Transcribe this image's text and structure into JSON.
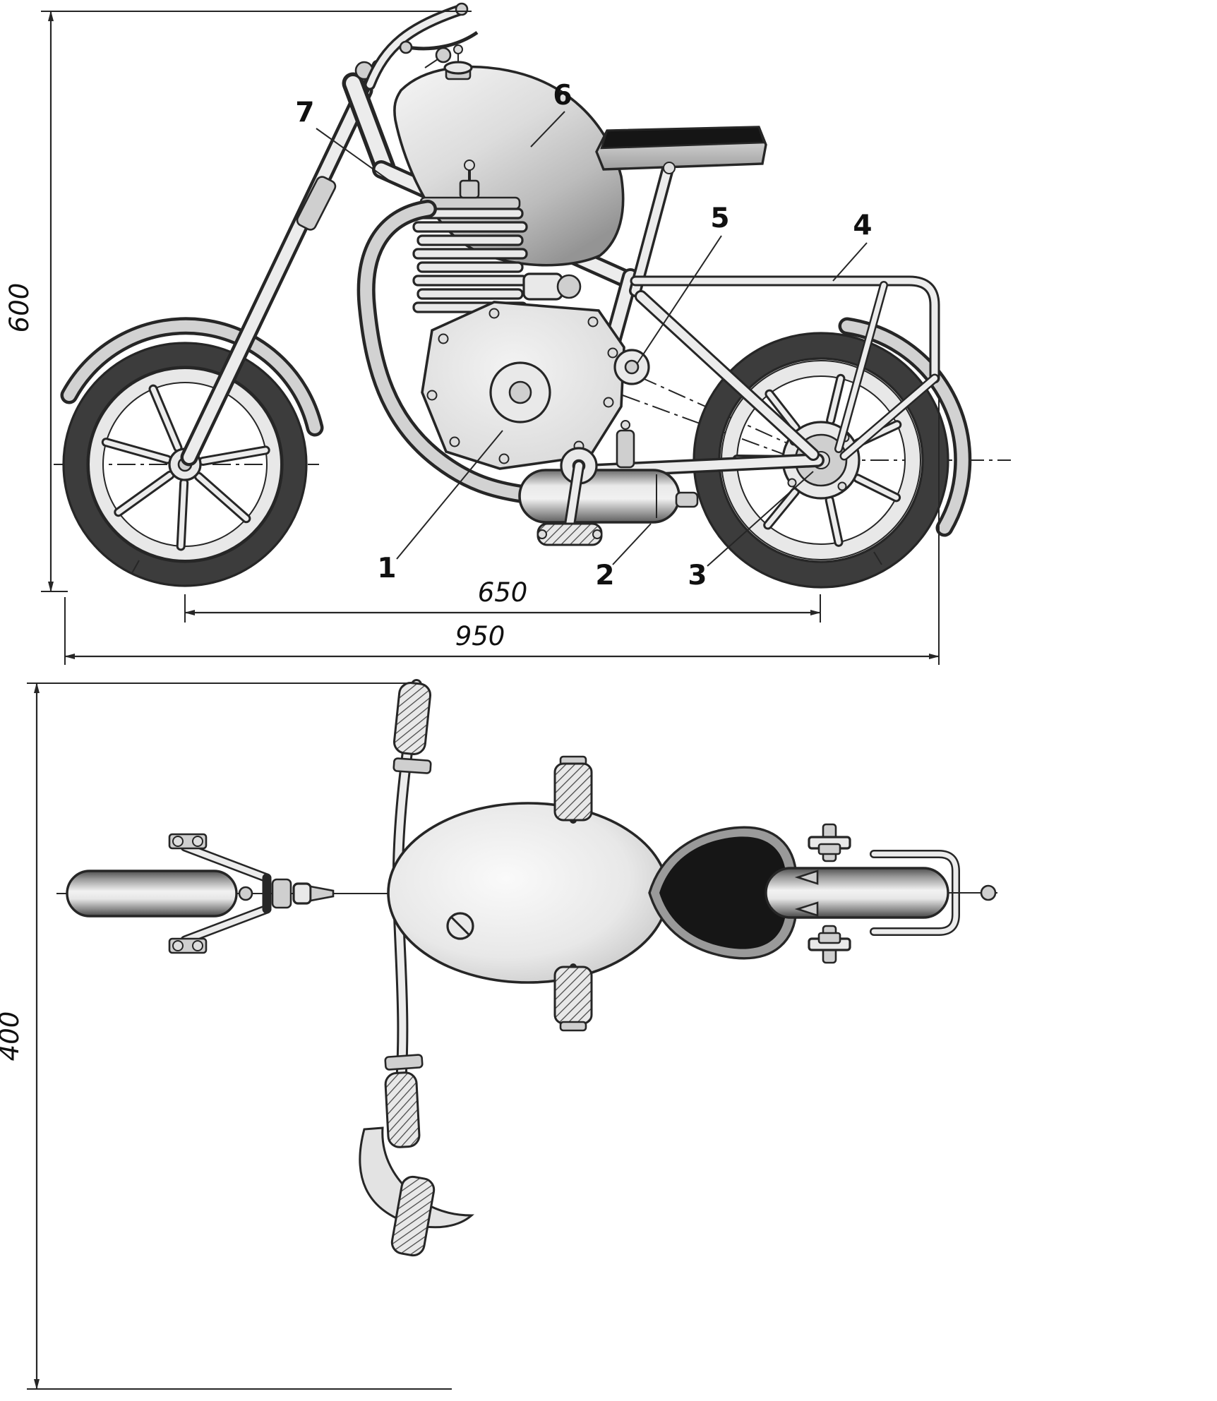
{
  "dims": {
    "height": "600",
    "wheelbase": "650",
    "length": "950",
    "width": "400"
  },
  "callouts": [
    {
      "label": "1"
    },
    {
      "label": "2"
    },
    {
      "label": "3"
    },
    {
      "label": "4"
    },
    {
      "label": "5"
    },
    {
      "label": "6"
    },
    {
      "label": "7"
    }
  ],
  "colors": {
    "ink": "#262626",
    "paper": "#ffffff",
    "metal_light": "#ececec",
    "metal_dark": "#5a5a5a",
    "seat_black": "#141414"
  }
}
